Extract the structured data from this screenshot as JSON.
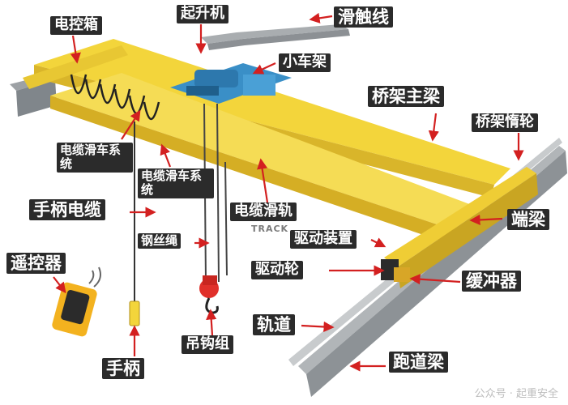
{
  "labels": {
    "electric_box": "电控箱",
    "hoist": "起升机",
    "trolley_line": "滑触线",
    "trolley_frame": "小车架",
    "main_girder": "桥架主梁",
    "cable_trolley_system_1": "电缆滑车系统",
    "idler_wheel": "桥架惰轮",
    "cable_trolley_system_2": "电缆滑车系统",
    "handle_cable": "手柄电缆",
    "cable_track": "电缆滑轨",
    "end_beam": "端梁",
    "wire_rope": "钢丝绳",
    "drive_unit": "驱动装置",
    "remote_control": "遥控器",
    "drive_wheel": "驱动轮",
    "buffer": "缓冲器",
    "rail": "轨道",
    "hook_block": "吊钩组",
    "pendant": "手柄",
    "runway_beam": "跑道梁"
  },
  "scene_text": {
    "track_word": "TRACK"
  },
  "watermark": "公众号 · 起重安全",
  "colors": {
    "girder_yellow": "#f3d53b",
    "girder_shadow": "#d9b52a",
    "steel_gray": "#a9adb0",
    "hoist_blue": "#3a8fc7",
    "hook_red": "#e0302a",
    "arrow_red": "#d32020",
    "label_bg": "#2b2b2b"
  }
}
